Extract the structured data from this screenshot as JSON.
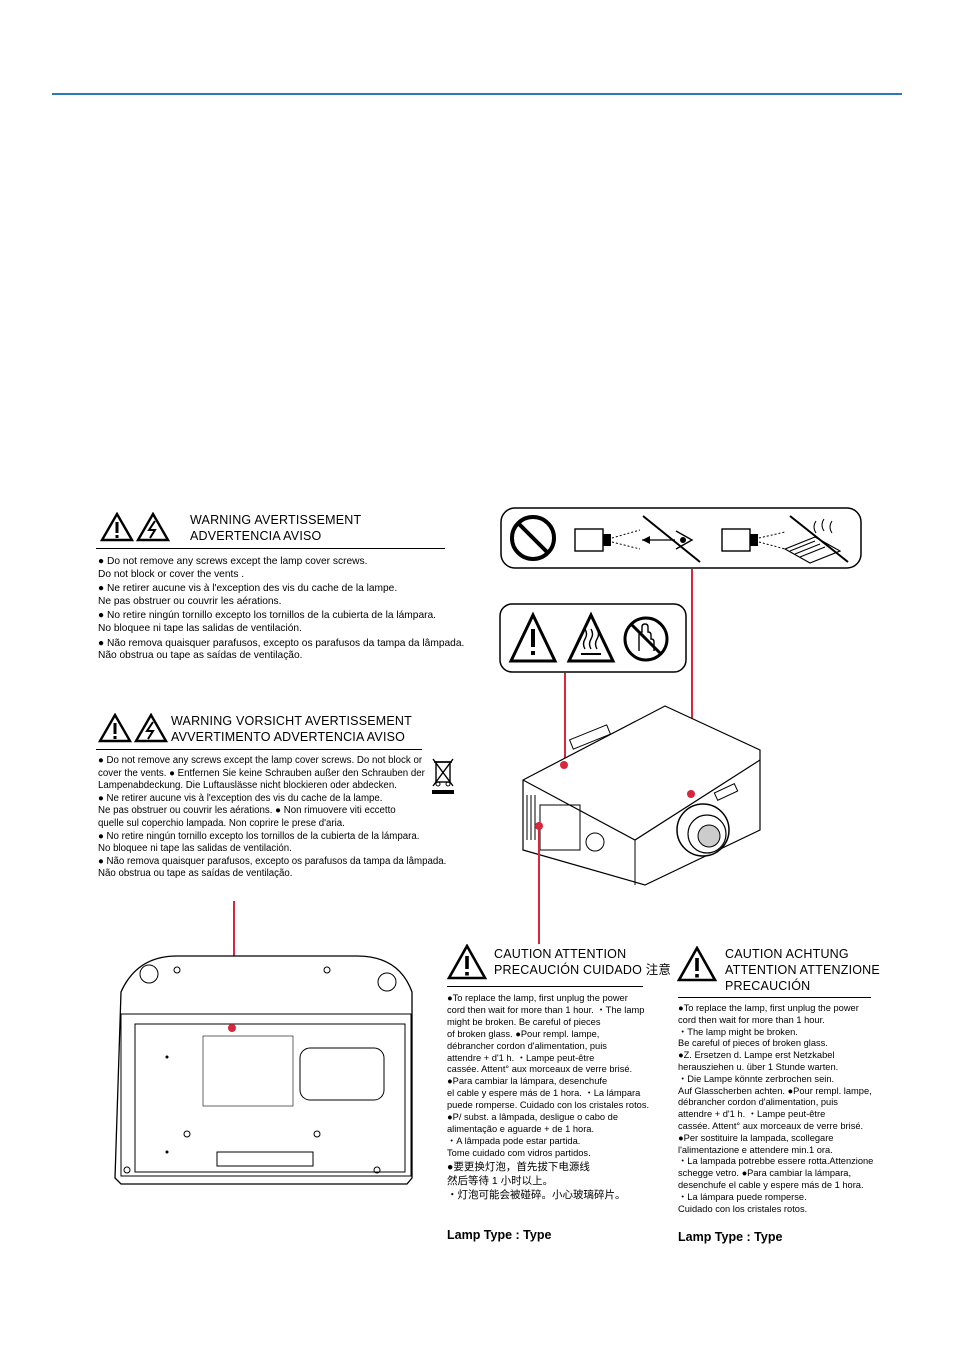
{
  "label1": {
    "heading": [
      "WARNING   AVERTISSEMENT",
      "ADVERTENCIA   AVISO"
    ],
    "lines": [
      "● Do not remove any screws except the lamp cover screws.",
      "Do not block or cover the vents .",
      "● Ne retirer aucune vis à l'exception des vis du cache de la lampe.",
      "Ne pas obstruer ou couvrir les aérations.",
      "● No retire ningún tornillo excepto los tornillos de la cubierta de la lámpara.",
      "No bloquee ni tape las salidas de ventilación.",
      "● Não remova quaisquer parafusos, excepto os parafusos da tampa da lâmpada.",
      "Não obstrua ou tape as saídas de ventilação."
    ]
  },
  "label2": {
    "heading": [
      "WARNING  VORSICHT  AVERTISSEMENT",
      "AVVERTIMENTO  ADVERTENCIA  AVISO"
    ],
    "lines": [
      "● Do not remove any screws except the lamp cover screws. Do not block or",
      "cover the vents.  ● Entfernen Sie keine Schrauben außer den Schrauben der",
      "Lampenabdeckung. Die Luftauslässe nicht blockieren oder abdecken.",
      "● Ne retirer aucune vis à l'exception des vis du cache de la lampe.",
      "Ne pas obstruer ou couvrir les aérations.  ● Non rimuovere viti eccetto",
      "quelle sul coperchio lampada. Non coprire le prese d'aria.",
      "● No retire ningún tornillo excepto los tornillos de la cubierta de la lámpara.",
      "No bloquee ni tape las salidas de ventilación.",
      "● Não remova quaisquer parafusos, excepto os parafusos da tampa da lâmpada.",
      "Não obstrua ou tape as saídas de ventilação."
    ]
  },
  "label3": {
    "heading": [
      "CAUTION  ATTENTION",
      "PRECAUCIÓN  CUIDADO  注意"
    ],
    "lines": [
      "●To replace the lamp, first unplug the power",
      "cord then wait for more than 1 hour.  ・The lamp",
      "might be broken. Be careful of pieces",
      "of broken glass.  ●Pour rempl. lampe,",
      "débrancher cordon d'alimentation, puis",
      "attendre + d'1 h.  ・Lampe peut-être",
      "cassée. Attent° aux morceaux de verre brisé.",
      "●Para cambiar la lámpara, desenchufe",
      "el cable y espere más de 1 hora.  ・La lámpara",
      "puede romperse. Cuidado con los cristales rotos.",
      "●P/ subst. a lâmpada, desligue o cabo de",
      "alimentação e aguarde + de 1 hora.",
      "・A lâmpada pode estar partida.",
      "Tome cuidado com vidros partidos.",
      "●要更换灯泡，首先拔下电源线",
      "然后等待 1 小时以上。",
      "・灯泡可能会被碰碎。小心玻璃碎片。"
    ],
    "lamp_type": "Lamp Type : Type"
  },
  "label4": {
    "heading": [
      "CAUTION   ACHTUNG",
      "ATTENTION   ATTENZIONE",
      "PRECAUCIÓN"
    ],
    "lines": [
      "●To replace the lamp, first unplug the power",
      "cord then wait for more than 1 hour.",
      "・The lamp might be broken.",
      "Be careful of pieces of broken glass.",
      "●Z. Ersetzen d. Lampe erst Netzkabel",
      "herausziehen u. über 1 Stunde warten.",
      "・Die Lampe könnte zerbrochen sein.",
      "Auf Glasscherben achten.  ●Pour rempl. lampe,",
      "débrancher cordon d'alimentation, puis",
      "attendre + d'1 h.  ・Lampe peut-être",
      "cassée. Attent° aux morceaux de verre brisé.",
      "●Per sostituire la lampada, scollegare",
      "l'alimentazione e attendere min.1 ora.",
      "・La lampada potrebbe essere rotta.Attenzione",
      "schegge vetro.  ●Para cambiar la lámpara,",
      "desenchufe el cable y espere más de 1 hora.",
      "・La lámpara puede romperse.",
      "Cuidado con los cristales rotos."
    ],
    "lamp_type": "Lamp Type : Type"
  },
  "colors": {
    "rule": "#2a7ab8",
    "leader": "#d7263d"
  },
  "icons": [
    "warning-triangle-icon",
    "electric-shock-icon",
    "no-symbol-icon",
    "hot-surface-icon",
    "no-touch-icon",
    "weee-bin-icon"
  ]
}
